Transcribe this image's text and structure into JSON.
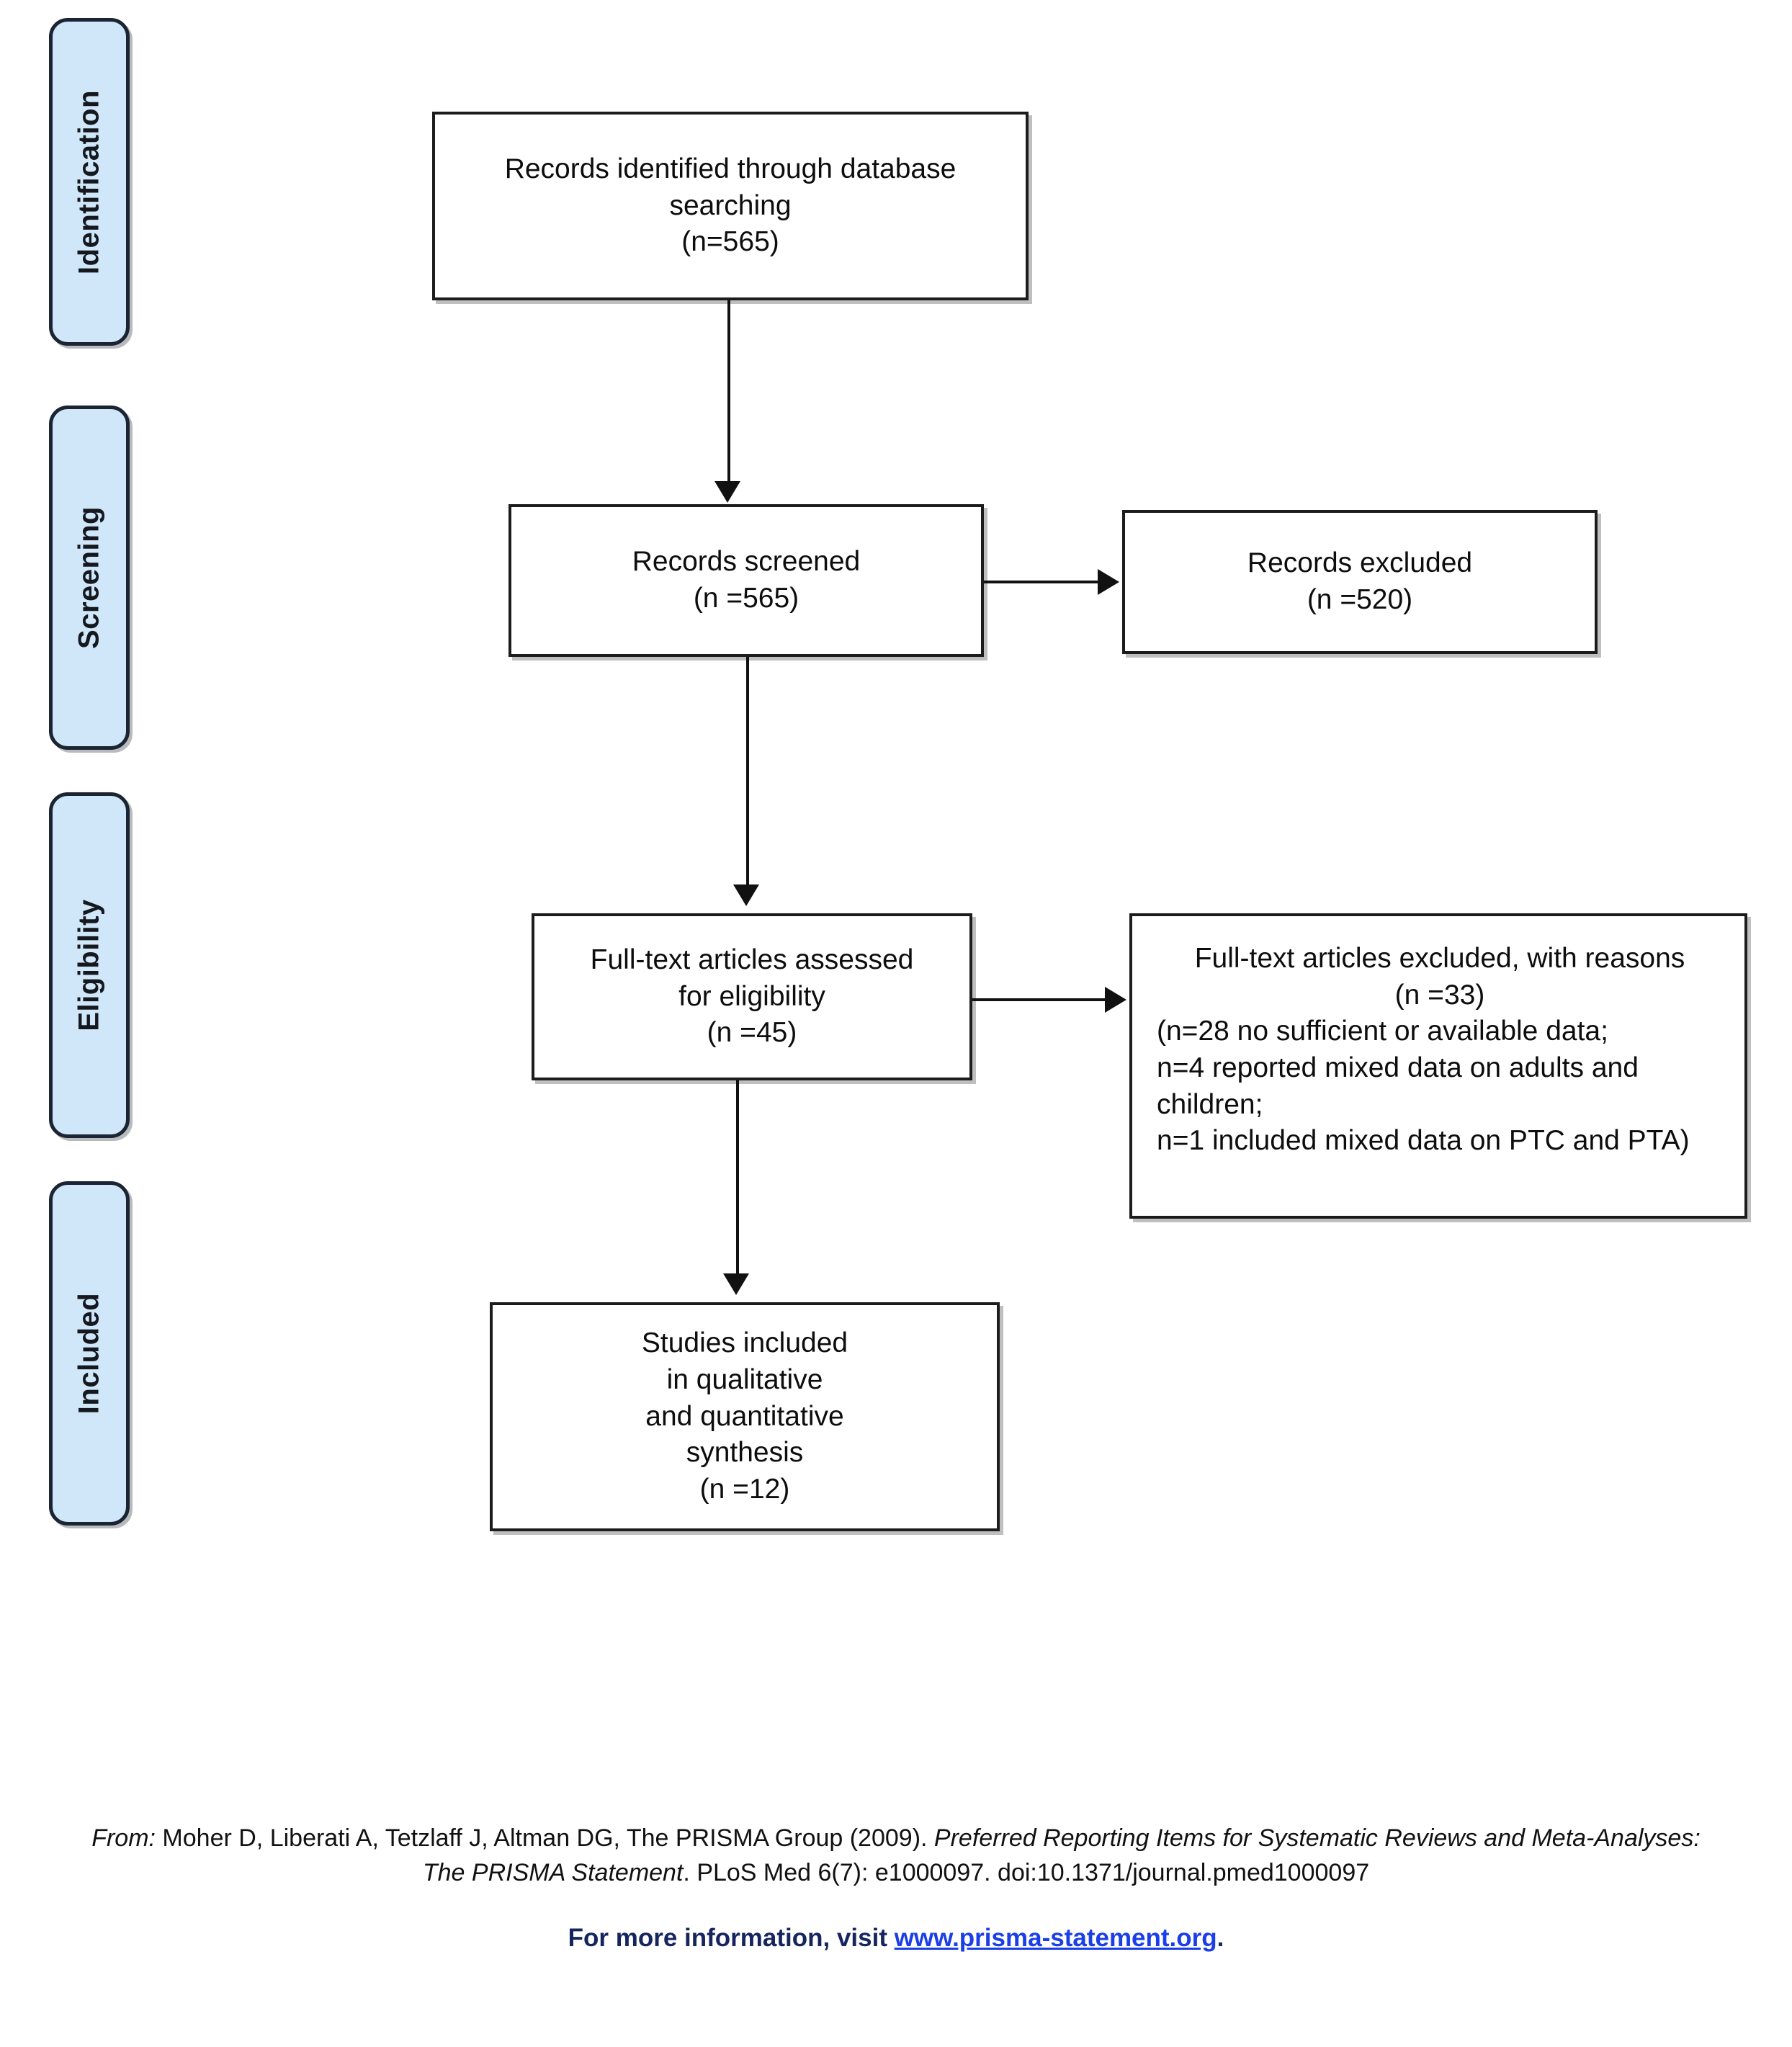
{
  "stages": [
    {
      "label": "Identification"
    },
    {
      "label": "Screening"
    },
    {
      "label": "Eligibility"
    },
    {
      "label": "Included"
    }
  ],
  "boxes": {
    "identified": {
      "line1": "Records identified through database",
      "line2": "searching",
      "line3": "(n=565)"
    },
    "screened": {
      "line1": "Records screened",
      "line2": "(n =565)"
    },
    "records_excluded": {
      "line1": "Records excluded",
      "line2": "(n =520)"
    },
    "assessed": {
      "line1": "Full-text articles assessed",
      "line2": "for eligibility",
      "line3": "(n =45)"
    },
    "fulltext_excluded": {
      "line1": "Full-text articles excluded, with reasons",
      "line2": "(n =33)",
      "reason1": "(n=28 no sufficient or available data;",
      "reason2": "n=4 reported mixed data on adults and",
      "reason3": "children;",
      "reason4": "n=1 included mixed data on PTC and PTA)"
    },
    "studies": {
      "line1": "Studies included",
      "line2": "in qualitative",
      "line3": "and quantitative",
      "line4": "synthesis",
      "line5": "(n =12)"
    }
  },
  "footer": {
    "from_label": "From:",
    "citation_authors": "  Moher D, Liberati A, Tetzlaff J, Altman DG, The PRISMA Group (2009). ",
    "citation_title": "Preferred Reporting Items for Systematic Reviews and Meta-Analyses: The PRISMA Statement",
    "citation_rest": ". PLoS Med 6(7): e1000097. doi:10.1371/journal.pmed1000097",
    "link_prefix": "For more information, visit ",
    "link_url": "www.prisma-statement.org",
    "link_suffix": "."
  },
  "colors": {
    "tab_fill": "#cfe7f9",
    "tab_border": "#1b2432",
    "box_border": "#1c1c1c",
    "connector": "#111111",
    "link": "#1a3ee8",
    "link_text": "#16255e"
  }
}
